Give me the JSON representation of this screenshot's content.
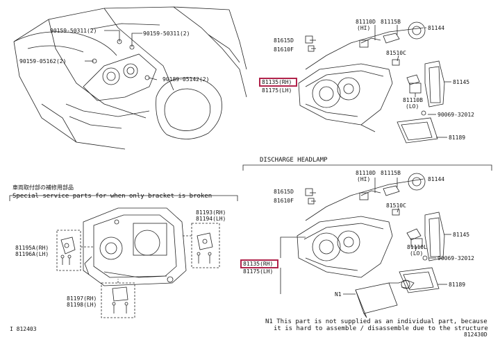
{
  "colors": {
    "highlight": "#b0224a",
    "line": "#222222"
  },
  "top_left": {
    "callouts": [
      "90159-50311(2)",
      "90159-50311(2)",
      "90159-05162(2)",
      "90189-05142(2)"
    ]
  },
  "top_right": {
    "parts": {
      "p81110d": "81110D",
      "hi1": "(HI)",
      "p81115b": "81115B",
      "p81144": "81144",
      "p81615d": "81615D",
      "p81610f": "81610F",
      "p81510c": "81510C",
      "p81135rh": "81135(RH)",
      "p81175lh": "81175(LH)",
      "p81145": "81145",
      "p81110b": "81110B",
      "lo1": "(LO)",
      "p90069": "90069-32012",
      "p81189": "81189"
    }
  },
  "discharge": {
    "title": "DISCHARGE HEADLAMP",
    "parts": {
      "p81110d": "81110D",
      "hi2": "(HI)",
      "p81115b": "81115B",
      "p81144": "81144",
      "p81615d": "81615D",
      "p81610f": "81610F",
      "p81510c": "81510C",
      "p81145": "81145",
      "p81110l": "81110L",
      "lo2": "(LO)",
      "p90069": "90069-32012",
      "p81135rh": "81135(RH)",
      "p81175lh": "81175(LH)",
      "p81189": "81189",
      "n1": "N1"
    }
  },
  "bracket": {
    "jp_title": "車両取付部の補修用部品",
    "en_title": "Special service parts for when only bracket is broken",
    "parts": {
      "p81193": "81193(RH)",
      "p81194": "81194(LH)",
      "p81195a": "81195A(RH)",
      "p81196a": "81196A(LH)",
      "p81197": "81197(RH)",
      "p81198": "81198(LH)"
    }
  },
  "footnote": {
    "line1": "N1 This part is not supplied as an individual part, because",
    "line2": "it is hard to assemble / disassemble due to the structure"
  },
  "codes": {
    "left": "I 812403",
    "right": "812430D"
  }
}
